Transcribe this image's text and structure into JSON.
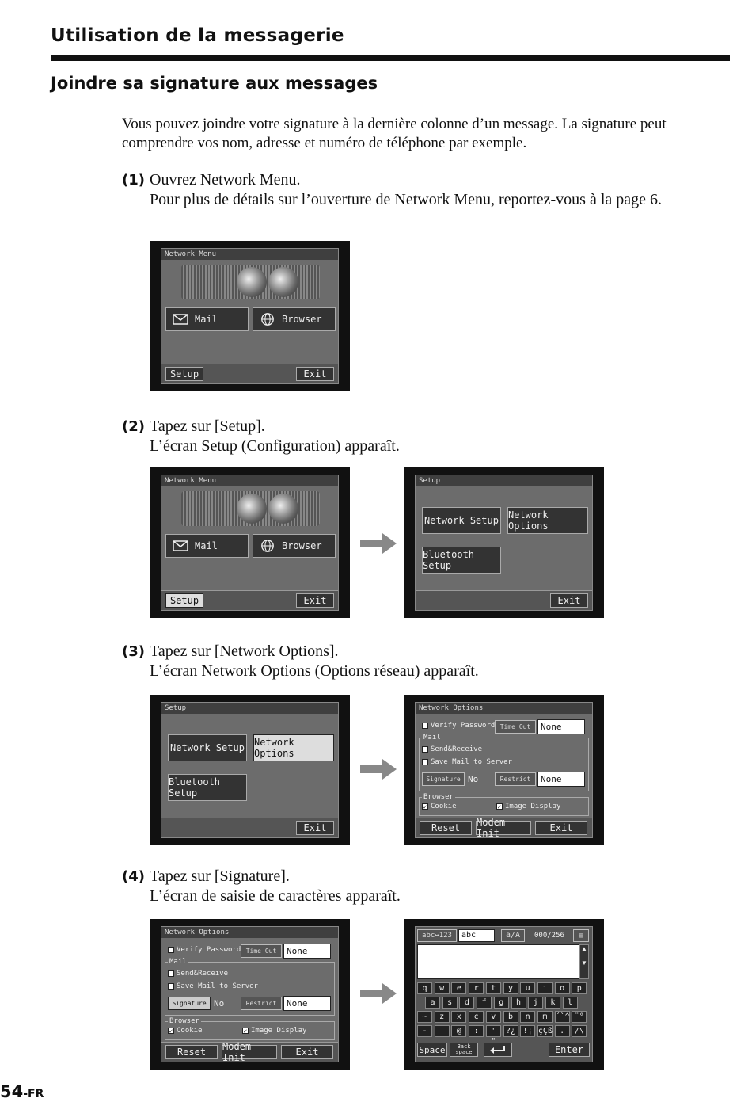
{
  "header": {
    "section_title": "Utilisation de la messagerie",
    "subsection_title": "Joindre sa signature aux messages"
  },
  "intro": "Vous pouvez joindre votre signature à la dernière colonne d’un message. La signature peut comprendre vos nom, adresse et numéro de téléphone par exemple.",
  "steps": [
    {
      "num": "(1)",
      "line1": "Ouvrez Network Menu.",
      "line2": "Pour plus de détails sur l’ouverture de Network Menu, reportez-vous à la page 6."
    },
    {
      "num": "(2)",
      "line1": "Tapez sur [Setup].",
      "line2": "L’écran Setup (Configuration) apparaît."
    },
    {
      "num": "(3)",
      "line1": "Tapez sur [Network Options].",
      "line2": "L’écran Network Options (Options réseau) apparaît."
    },
    {
      "num": "(4)",
      "line1": "Tapez sur [Signature].",
      "line2": "L’écran de saisie de caractères apparaît."
    }
  ],
  "network_menu": {
    "title": "Network Menu",
    "mail": "Mail",
    "browser": "Browser",
    "setup": "Setup",
    "exit": "Exit"
  },
  "setup_screen": {
    "title": "Setup",
    "network_setup": "Network Setup",
    "network_options": "Network Options",
    "bluetooth_setup": "Bluetooth Setup",
    "exit": "Exit"
  },
  "network_options": {
    "title": "Network Options",
    "verify_password": "Verify Password",
    "time_out": "Time Out",
    "time_out_value": "None",
    "mail_group": "Mail",
    "send_receive": "Send&Receive",
    "save_mail": "Save Mail to Server",
    "signature": "Signature",
    "signature_value": "No",
    "restrict": "Restrict",
    "restrict_value": "None",
    "browser_group": "Browser",
    "cookie": "Cookie",
    "image_display": "Image Display",
    "reset": "Reset",
    "modem_init": "Modem Init",
    "exit": "Exit"
  },
  "keyboard": {
    "mode": "abc↔123",
    "input_mode": "abc",
    "case": "a/A",
    "counter": "000/256",
    "row1": [
      "q",
      "w",
      "e",
      "r",
      "t",
      "y",
      "u",
      "i",
      "o",
      "p"
    ],
    "row2": [
      "a",
      "s",
      "d",
      "f",
      "g",
      "h",
      "j",
      "k",
      "l"
    ],
    "row3": [
      "~",
      "z",
      "x",
      "c",
      "v",
      "b",
      "n",
      "m",
      "´`^",
      "¨°"
    ],
    "row4": [
      "-",
      "_",
      "@",
      ":",
      "' \"",
      "?¿",
      "!¡",
      "çÇß",
      ".",
      "/\\"
    ],
    "space": "Space",
    "backspace": "Back space",
    "enter": "Enter"
  },
  "footer": {
    "page": "54",
    "lang": "-FR"
  }
}
